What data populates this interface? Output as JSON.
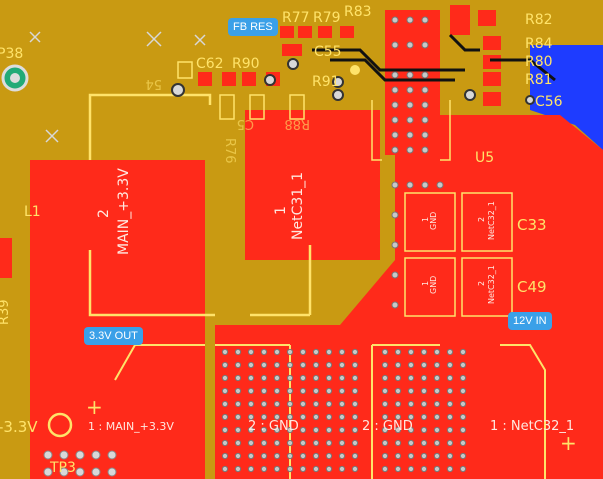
{
  "colors": {
    "background": "#c99a12",
    "copper": "#ff2a1a",
    "silk": "#ffe36a",
    "badge": "#3aa0e8",
    "via_ring": "#d8d8d8"
  },
  "badges": {
    "fb_res": "FB RES",
    "out_3v3": "3.3V OUT",
    "in_12v": "12V IN"
  },
  "refdes": {
    "r77": "R77",
    "r79": "R79",
    "r83": "R83",
    "r82": "R82",
    "r84": "R84",
    "r80": "R80",
    "r81": "R81",
    "c56": "C56",
    "c55": "C55",
    "c62": "C62",
    "r90": "R90",
    "r91": "R91",
    "r76": "R76",
    "r88": "R88",
    "c5": "C5",
    "l1": "L1",
    "u5": "U5",
    "c33": "C33",
    "c49": "C49",
    "r39": "R39",
    "tp3": "TP3",
    "p38": "P38",
    "u54": "54"
  },
  "nets": {
    "main_3v3_left": "MAIN_+3.3V",
    "main_3v3_pin": "2",
    "netc31": "NetC31_1",
    "netc31_pin": "1",
    "pad_main": "1 : MAIN_+3.3V",
    "pad_gnd_a": "2 : GND",
    "pad_gnd_b": "2 : GND",
    "pad_netc32": "1 : NetC32_1",
    "c33_pad1_num": "1",
    "c33_pad1_net": "GND",
    "c33_pad2_num": "2",
    "c33_pad2_net": "NetC32_1",
    "c49_pad1_num": "1",
    "c49_pad1_net": "GND",
    "c49_pad2_num": "2",
    "c49_pad2_net": "NetC32_1",
    "minus_3v3": "-3.3V",
    "plus_left": "+",
    "plus_right": "+"
  }
}
